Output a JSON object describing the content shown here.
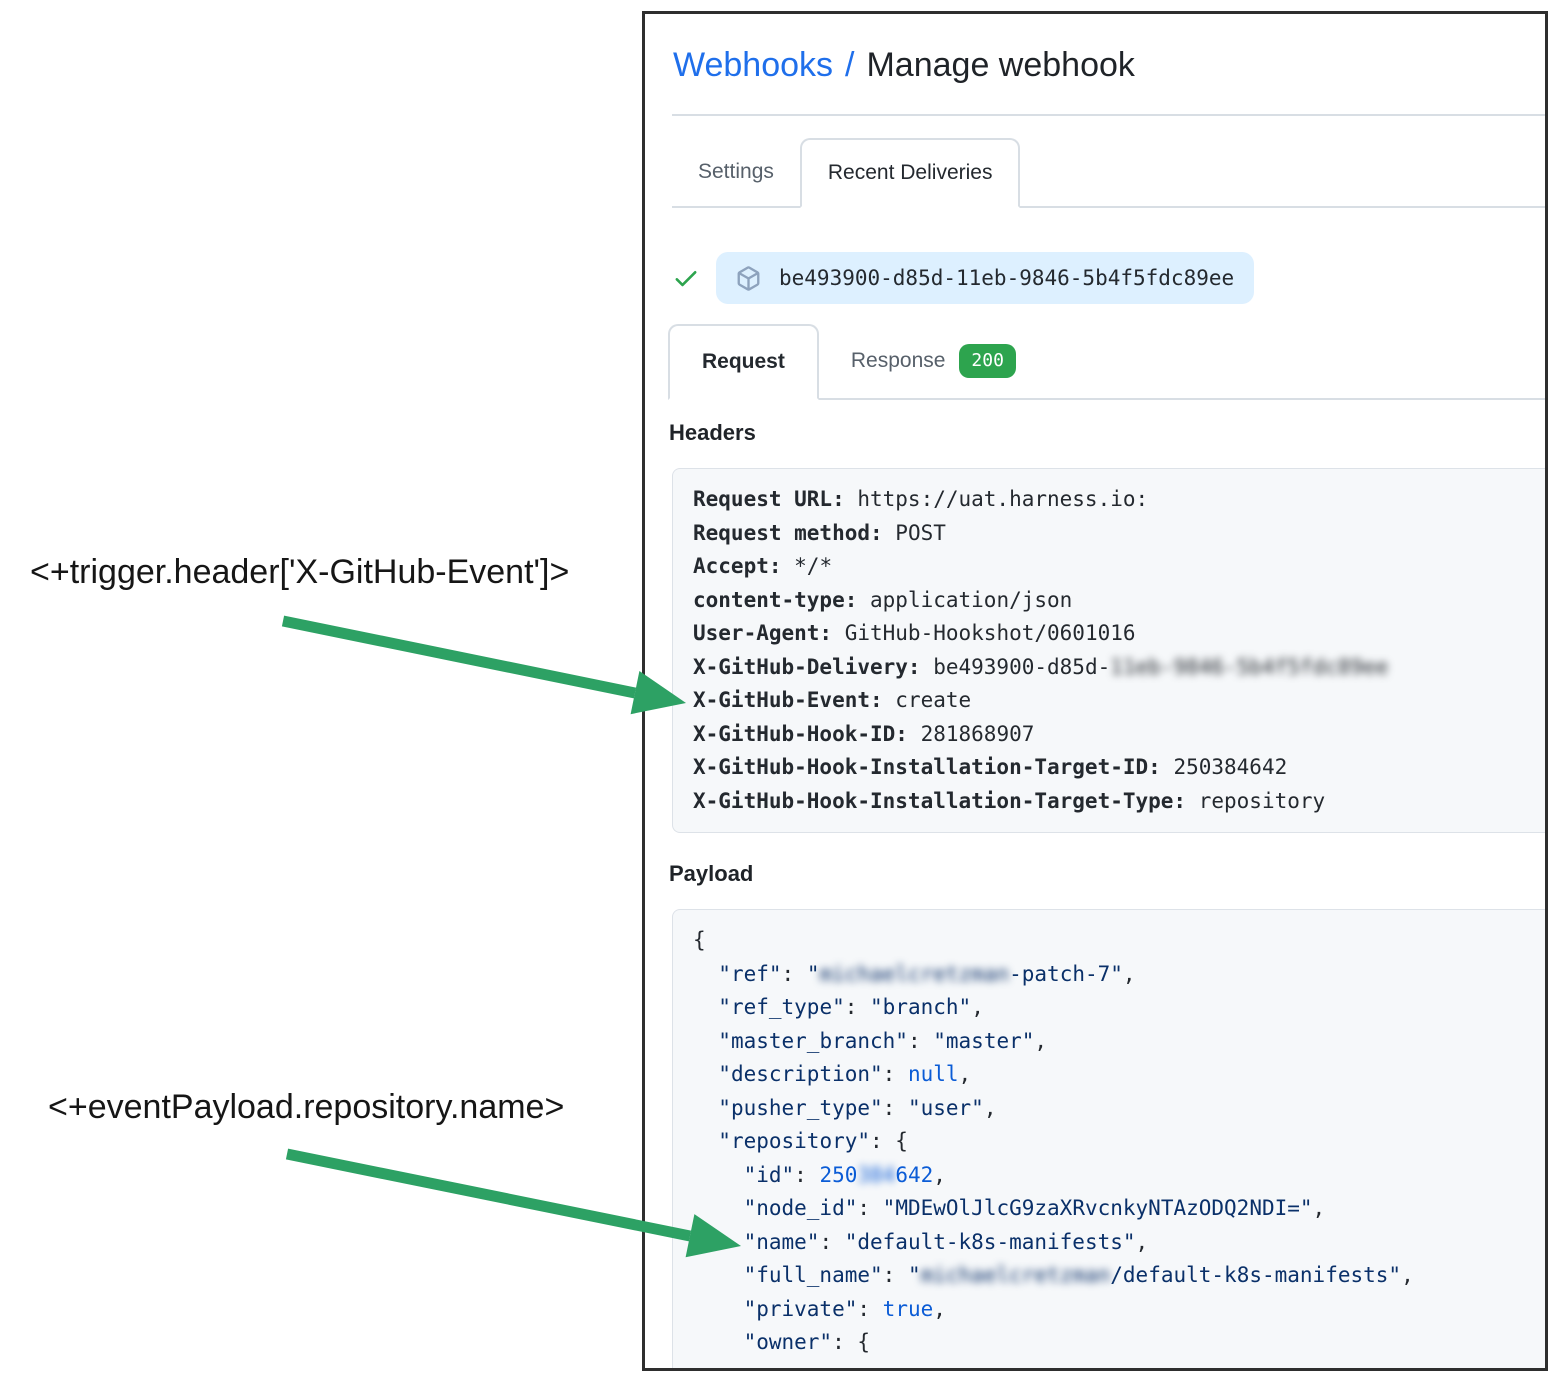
{
  "annotations": {
    "trigger_header": "<+trigger.header['X-GitHub-Event']>",
    "event_payload": "<+eventPayload.repository.name>"
  },
  "breadcrumb": {
    "link": "Webhooks",
    "separator": "/",
    "current": "Manage webhook"
  },
  "tabs": {
    "settings": "Settings",
    "recent_deliveries": "Recent Deliveries"
  },
  "delivery": {
    "guid": "be493900-d85d-11eb-9846-5b4f5fdc89ee",
    "status_icon": "check-icon",
    "guid_icon": "package-icon"
  },
  "subtabs": {
    "request": "Request",
    "response": "Response",
    "response_status": "200"
  },
  "headers_section": {
    "title": "Headers",
    "lines": [
      {
        "key": "Request URL:",
        "value": "https://uat.harness.io:"
      },
      {
        "key": "Request method:",
        "value": "POST"
      },
      {
        "key": "Accept:",
        "value": "*/*"
      },
      {
        "key": "content-type:",
        "value": "application/json"
      },
      {
        "key": "User-Agent:",
        "value": "GitHub-Hookshot/0601016"
      },
      {
        "key": "X-GitHub-Delivery:",
        "value": "be493900-d85d-",
        "blurred": "11eb-9846-5b4f5fdc89ee"
      },
      {
        "key": "X-GitHub-Event:",
        "value": "create"
      },
      {
        "key": "X-GitHub-Hook-ID:",
        "value": "281868907"
      },
      {
        "key": "X-GitHub-Hook-Installation-Target-ID:",
        "value": "250384642"
      },
      {
        "key": "X-GitHub-Hook-Installation-Target-Type:",
        "value": "repository"
      }
    ]
  },
  "payload_section": {
    "title": "Payload",
    "lines": [
      [
        [
          "p",
          "{"
        ]
      ],
      [
        [
          "p",
          "  "
        ],
        [
          "s",
          "\"ref\""
        ],
        [
          "p",
          ": "
        ],
        [
          "s",
          "\""
        ],
        [
          "s",
          "michaelcretzman",
          1
        ],
        [
          "s",
          "-patch-7\""
        ],
        [
          "p",
          ","
        ]
      ],
      [
        [
          "p",
          "  "
        ],
        [
          "s",
          "\"ref_type\""
        ],
        [
          "p",
          ": "
        ],
        [
          "s",
          "\"branch\""
        ],
        [
          "p",
          ","
        ]
      ],
      [
        [
          "p",
          "  "
        ],
        [
          "s",
          "\"master_branch\""
        ],
        [
          "p",
          ": "
        ],
        [
          "s",
          "\"master\""
        ],
        [
          "p",
          ","
        ]
      ],
      [
        [
          "p",
          "  "
        ],
        [
          "s",
          "\"description\""
        ],
        [
          "p",
          ": "
        ],
        [
          "n",
          "null"
        ],
        [
          "p",
          ","
        ]
      ],
      [
        [
          "p",
          "  "
        ],
        [
          "s",
          "\"pusher_type\""
        ],
        [
          "p",
          ": "
        ],
        [
          "s",
          "\"user\""
        ],
        [
          "p",
          ","
        ]
      ],
      [
        [
          "p",
          "  "
        ],
        [
          "s",
          "\"repository\""
        ],
        [
          "p",
          ": {"
        ]
      ],
      [
        [
          "p",
          "    "
        ],
        [
          "s",
          "\"id\""
        ],
        [
          "p",
          ": "
        ],
        [
          "n",
          "250"
        ],
        [
          "n",
          "384",
          1
        ],
        [
          "n",
          "642"
        ],
        [
          "p",
          ","
        ]
      ],
      [
        [
          "p",
          "    "
        ],
        [
          "s",
          "\"node_id\""
        ],
        [
          "p",
          ": "
        ],
        [
          "s",
          "\"MDEwOlJlcG9zaXRvcnkyNTAzODQ2NDI=\""
        ],
        [
          "p",
          ","
        ]
      ],
      [
        [
          "p",
          "    "
        ],
        [
          "s",
          "\"name\""
        ],
        [
          "p",
          ": "
        ],
        [
          "s",
          "\"default-k8s-manifests\""
        ],
        [
          "p",
          ","
        ]
      ],
      [
        [
          "p",
          "    "
        ],
        [
          "s",
          "\"full_name\""
        ],
        [
          "p",
          ": "
        ],
        [
          "s",
          "\""
        ],
        [
          "s",
          "michaelcretzman",
          1
        ],
        [
          "s",
          "/default-k8s-manifests\""
        ],
        [
          "p",
          ","
        ]
      ],
      [
        [
          "p",
          "    "
        ],
        [
          "s",
          "\"private\""
        ],
        [
          "p",
          ": "
        ],
        [
          "n",
          "true"
        ],
        [
          "p",
          ","
        ]
      ],
      [
        [
          "p",
          "    "
        ],
        [
          "s",
          "\"owner\""
        ],
        [
          "p",
          ": {"
        ]
      ]
    ]
  },
  "colors": {
    "link_blue": "#1f6feb",
    "arrow_green": "#2da164",
    "badge_green": "#2da44e",
    "pill_background": "#ddf0ff",
    "code_background": "#f6f8fa",
    "json_string": "#0a3069",
    "json_literal": "#0b5cd6"
  }
}
